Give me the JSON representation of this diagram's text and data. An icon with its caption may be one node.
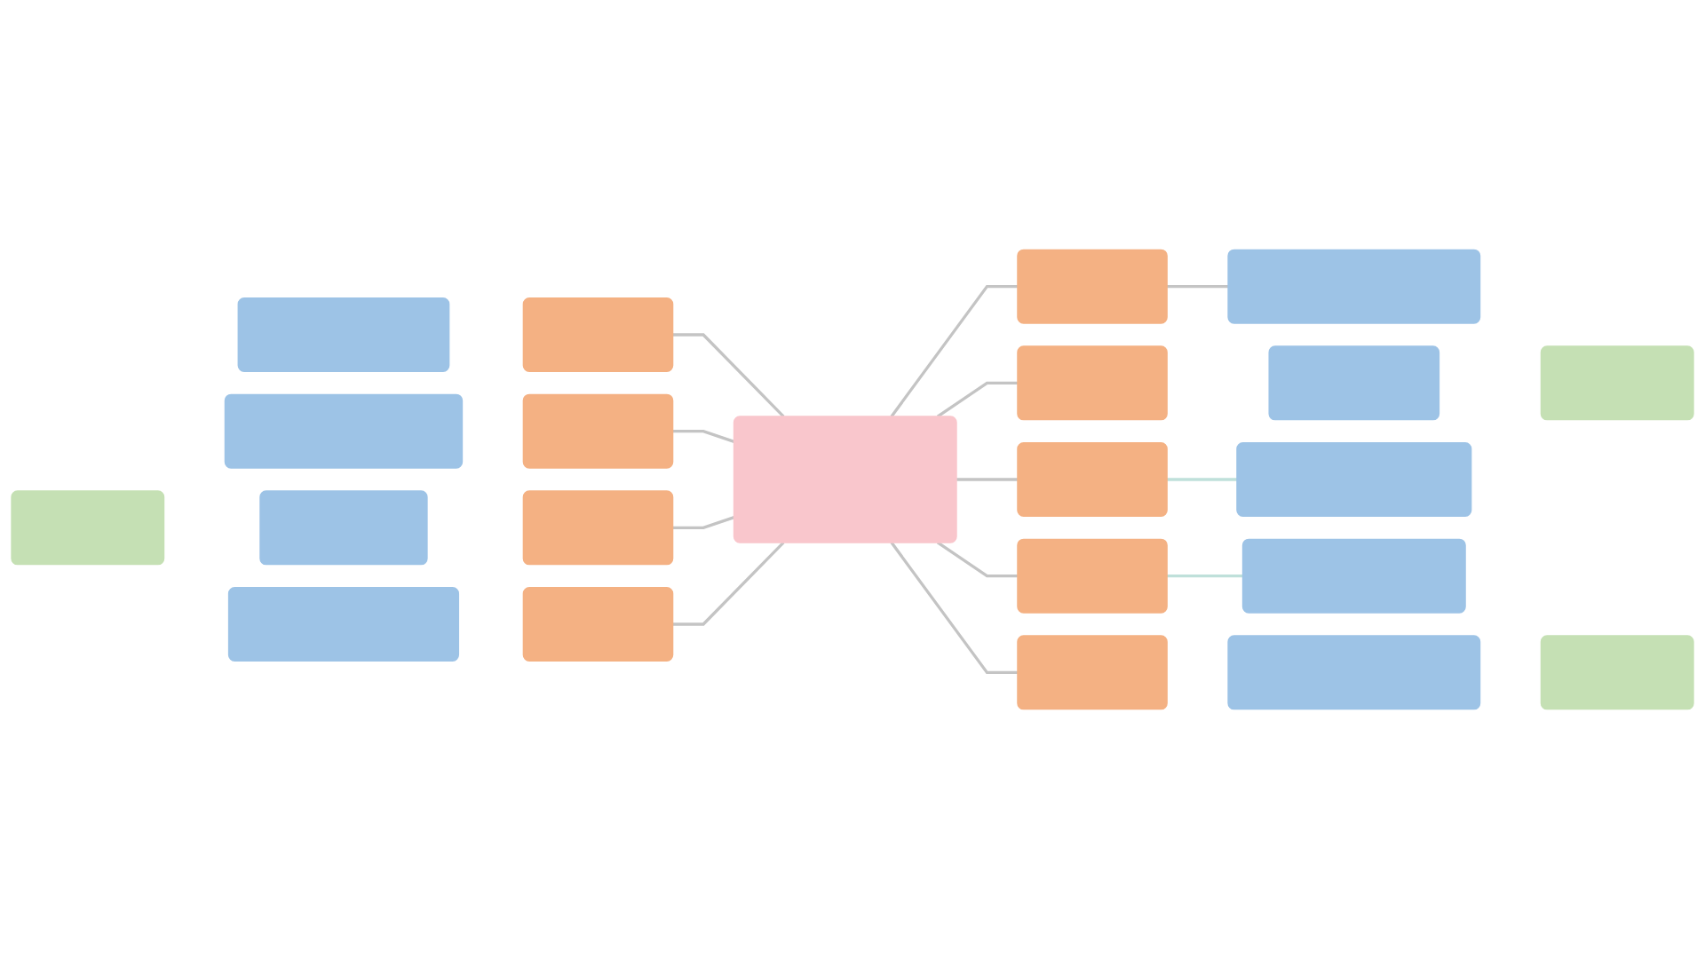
{
  "diagram": {
    "nodes": [
      {
        "text": [],
        "shape": "box"
      },
      {
        "text": [],
        "shape": "box"
      },
      {
        "text": [],
        "shape": "box"
      },
      {
        "text": [],
        "shape": "box"
      },
      {
        "text": [],
        "shape": "box"
      },
      {
        "text": [],
        "shape": "box"
      },
      {
        "text": [],
        "shape": "box"
      },
      {
        "text": [],
        "shape": "box"
      },
      {
        "text": [],
        "shape": "box"
      },
      {
        "text": [],
        "shape": "box"
      },
      {
        "text": [],
        "shape": "box"
      },
      {
        "text": [],
        "shape": "box"
      },
      {
        "text": [],
        "shape": "box"
      },
      {
        "text": [],
        "shape": "box"
      },
      {
        "text": [],
        "shape": "box"
      },
      {
        "text": [],
        "shape": "box"
      },
      {
        "text": [],
        "shape": "box"
      },
      {
        "text": [],
        "shape": "box"
      },
      {
        "text": [],
        "shape": "box"
      },
      {
        "text": [],
        "shape": "box"
      },
      {
        "text": [],
        "shape": "box"
      },
      {
        "text": [],
        "shape": "box"
      }
    ],
    "edges": [
      {
        "from": 1,
        "to": 12,
        "arrow": "none"
      },
      {
        "from": 4,
        "to": 12,
        "arrow": "none"
      },
      {
        "from": 12,
        "to": 8,
        "arrow": "none"
      },
      {
        "from": 8,
        "to": 2,
        "arrow": "none"
      },
      {
        "from": 12,
        "to": 5,
        "arrow": "none"
      },
      {
        "from": 11,
        "to": 12,
        "arrow": "none"
      },
      {
        "from": 12,
        "to": 13,
        "arrow": "none"
      },
      {
        "from": 13,
        "to": 14,
        "arrow": "none",
        "color": "#bfe0da"
      },
      {
        "from": 12,
        "to": 15,
        "arrow": "none"
      },
      {
        "from": 17,
        "to": 12,
        "arrow": "none"
      },
      {
        "from": 12,
        "to": 18,
        "arrow": "none"
      },
      {
        "from": 18,
        "to": 19,
        "arrow": "none",
        "color": "#bfe0da"
      }
    ]
  }
}
